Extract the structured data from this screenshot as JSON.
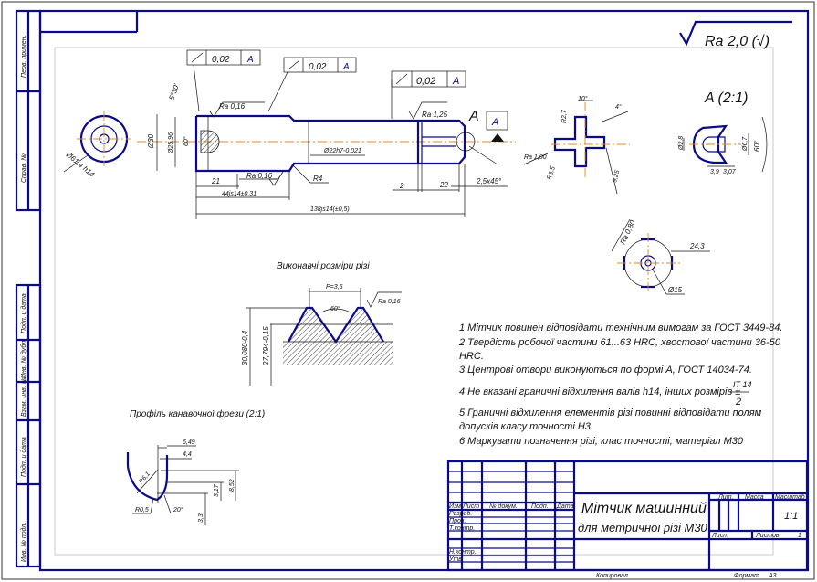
{
  "general_roughness": "Ra 2,0 (√)",
  "feature_frames": [
    {
      "tolerance": "0,02",
      "datum": "A"
    },
    {
      "tolerance": "0,02",
      "datum": "A"
    },
    {
      "tolerance": "0,02",
      "datum": "A"
    }
  ],
  "datum_label": "A",
  "datum_box": "A",
  "main_view": {
    "angle_top": "5°30'",
    "dia_30": "Ø30",
    "dia_25": "Ø25,96",
    "angle_60": "60°",
    "ra_016_top": "Ra 0,16",
    "ra_016_bottom": "Ra 0,16",
    "ra_125": "Ra 1,25",
    "dia_22": "Ø22h7-0,021",
    "r4": "R4",
    "dim_21": "21",
    "dim_44": "44js14±0,31",
    "dim_138": "138js14(±0,5)",
    "dim_2": "2",
    "dim_22": "22",
    "chamfer": "2,5x45°"
  },
  "end_view": {
    "dia": "Ø61,4 h14"
  },
  "section_view": {
    "angle_10": "10°",
    "angle_4": "4°",
    "r27": "R2,7",
    "ra": "Ra 1,00",
    "r35": "R3,5",
    "dim_925": "9,25"
  },
  "detail_a": {
    "title": "A (2:1)",
    "d1": "Ø2,8",
    "d2": "Ø6,7",
    "angle": "60°",
    "l1": "3,9",
    "l2": "3,07"
  },
  "bottom_view": {
    "ra": "Ra 0,80",
    "dim": "24,3",
    "dia": "Ø15"
  },
  "thread": {
    "title": "Виконавчі розміри різі",
    "pitch": "P=3,5",
    "angle": "60°",
    "ra": "Ra 0,16",
    "d_outer": "30,080-0,4",
    "d_inner": "27,794-0,15"
  },
  "cutter_profile": {
    "title": "Профіль канавочної фрези (2:1)",
    "d1": "6,49",
    "d2": "4,4",
    "r1": "R6,1",
    "r2": "R0,5",
    "angle": "20°",
    "h1": "8,52",
    "h2": "3,17",
    "h3": "3,3"
  },
  "notes": [
    "1 Мітчик повинен відповідати технічним вимогам за ГОСТ 3449-84.",
    "2 Твердість робочої частини 61...63 HRC, хвостової частини 36-50",
    "HRC.",
    "3 Центрові отвори виконуються по формі А, ГОСТ 14034-74.",
    "4 Не вказані граничні відхилення валів h14, інших розмірів ±",
    "5 Граничні відхилення елементів різі повинні відповідати полям",
    "допусків класу точності H3",
    "6 Маркувати позначення різі, клас точності, матеріал М30"
  ],
  "note4_fraction": {
    "num": "IT 14",
    "den": "2"
  },
  "title_block": {
    "title_line1": "Мітчик машинний",
    "title_line2": "для метричної різі М30",
    "headers": [
      "Изм",
      "Лист",
      "№ докум.",
      "Подп.",
      "Дата"
    ],
    "roles": [
      "Разраб.",
      "Пров.",
      "Т.контр.",
      "Н.контр.",
      "Утв."
    ],
    "lit": "Лит.",
    "mass": "Масса",
    "scale": "Масштаб",
    "scale_value": "1:1",
    "sheet": "Лист",
    "sheets": "Листов",
    "sheets_value": "1"
  },
  "side_stamp": [
    "Перв. примен.",
    "Справ. №",
    "Подп. и дата",
    "Инв. № дубл.",
    "Взам. инв. №",
    "Подп. и дата",
    "Инв. № подл."
  ],
  "footer": {
    "copied": "Копировал",
    "format": "Формат",
    "format_value": "А3"
  }
}
